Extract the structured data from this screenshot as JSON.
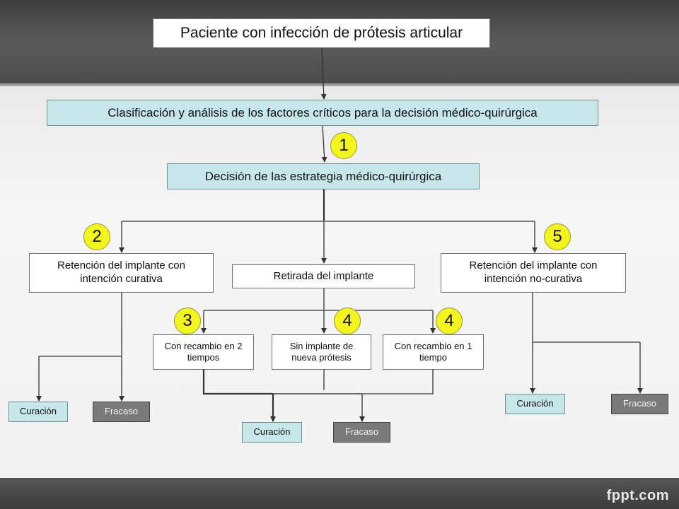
{
  "diagram": {
    "root": "Paciente con infección de prótesis articular",
    "classification": "Clasificación y análisis de los factores críticos para la decisión médico-quirúrgica",
    "decision": "Decisión de las estrategia médico-quirúrgica",
    "branch_left": "Retención del implante con intención curativa",
    "branch_middle": "Retirada del implante",
    "branch_right": "Retención del implante con intención no-curativa",
    "sub_two_stage": "Con recambio en 2 tiempos",
    "sub_no_implant": "Sin implante de nueva prótesis",
    "sub_one_stage": "Con recambio en 1 tiempo",
    "outcome_cure": "Curación",
    "outcome_failure": "Fracaso",
    "badges": [
      "1",
      "2",
      "5",
      "3",
      "4",
      "4"
    ]
  },
  "watermark": "fppt.com",
  "colors": {
    "teal_box": "#c6e6ea",
    "grey_box": "#7a7a7a",
    "badge_yellow": "#f4f41e"
  }
}
